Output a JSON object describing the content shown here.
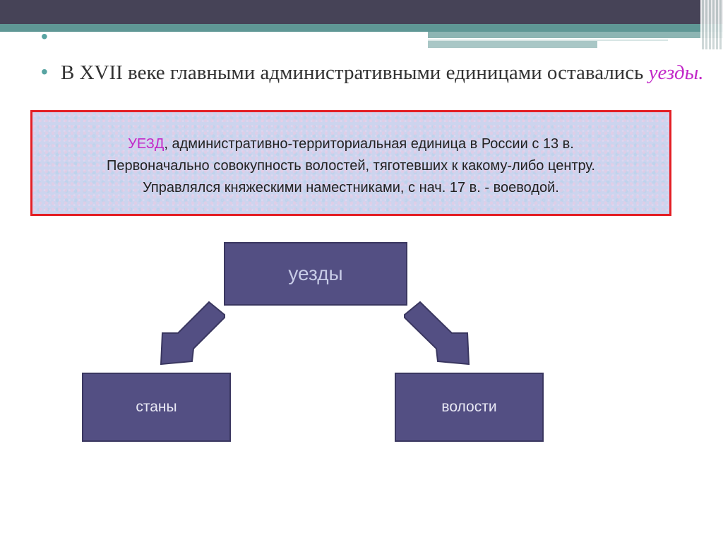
{
  "slide": {
    "bullets": [
      {
        "text": ""
      },
      {
        "text_main": "В XVII веке главными административными единицами оставались ",
        "text_accent": "уезды."
      }
    ],
    "definition": {
      "term": "УЕЗД",
      "text_line1": ", административно-территориальная единица в России с 13 в.",
      "text_line2": "Первоначально совокупность волостей, тяготевших к какому-либо центру.",
      "text_line3": "Управлялся княжескими наместниками, с нач. 17 в. - воеводой."
    },
    "diagram": {
      "root": "уезды",
      "children": [
        "станы",
        "волости"
      ]
    },
    "colors": {
      "header_dark": "#464357",
      "header_teal": "#5f9795",
      "accent": "#c228c8",
      "node_fill": "#534f83",
      "box_border": "#e31e24"
    }
  }
}
